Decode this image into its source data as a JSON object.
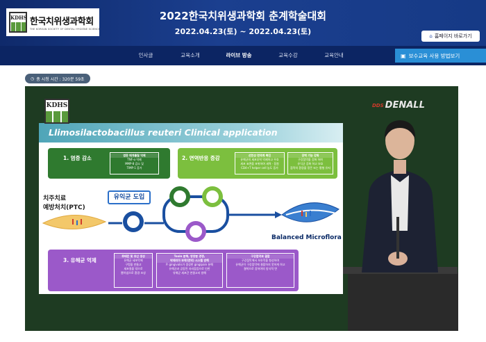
{
  "header": {
    "logo_title": "한국치위생과학회",
    "logo_subtitle": "THE KOREAN SOCIETY OF DENTAL HYGIENE SCIENCE",
    "logo_mark": "KDHS",
    "conference_title": "2022한국치위생과학회 춘계학술대회",
    "conference_date": "2022.04.23(토) ~ 2022.04.23(토)",
    "home_button": "홈페이지 바로가기",
    "home_icon": "home-icon"
  },
  "nav": {
    "items": [
      {
        "label": "인사글"
      },
      {
        "label": "교육소개"
      },
      {
        "label": "라이브 방송",
        "active": true
      },
      {
        "label": "교육수강"
      },
      {
        "label": "교육안내"
      }
    ],
    "help_button": "보수교육 사용 방법보기",
    "help_icon": "info-icon"
  },
  "watch_time": {
    "label": "총 시청 시간 : 320분 59초",
    "icon": "clock-icon"
  },
  "video": {
    "brand": "DENALL",
    "brand_prefix": "DDS",
    "slide": {
      "title": "Llimosilactobacillus reuteri Clinical application",
      "box1": {
        "label": "1. 염증 감소",
        "sub_head": "염증 매개물질 억제",
        "sub_body": "TNF-α 억제\nMMP-8 감소 및\nTIMP-1 증가"
      },
      "box2": {
        "label": "2. 면역반응 증강",
        "sub1_head": "선천성 면역계 촉진",
        "sub1_body": "유해균의 세포부착 억제하고 우호\n세포 표면을 포위하여 세력 · 동원\nCD4+T helper cell 농도 증가",
        "sub2_head": "장벽 기능 강화",
        "sub2_body": "구강점막을 강화 하여\n유익균 강화 하고 보호\n점막의 환경을 정돈 또는 평형 유지"
      },
      "left_label_1": "치주치료",
      "left_label_2": "예방처치(PTC)",
      "probiotic_tag": "유익균 도입",
      "balanced_label": "Balanced Microflora",
      "box3": {
        "label": "3. 유해균 억제",
        "sub1_head": "루테린 및 유산 생성",
        "sub1_body": "유해균 세포막에\n구멍을 만들고\n세포질을 밖으로\n뽑아냄으로 환경 조성",
        "sub2_head": "Toxin 분해, 영양분 경쟁,\n박테리아 부착(면역) 시스템 방해",
        "sub2_body": "P. gingivalis가 생성한 gingipain 분해\n유해균과 공동된 자리잡음으로 인한\n유해균 세포간 연결고리 방해",
        "sub3_head": "구강점막과 결합",
        "sub3_body": "구강점막에서 보호막을 형성하여\n유해균이 구강점막에 결합하지 못하게 하고\n결착으로 장하여의 방식적 면"
      }
    }
  },
  "colors": {
    "header_bg": "#163a86",
    "nav_bg": "#0c2563",
    "help_button": "#2a8fd6",
    "video_bg": "#1e3b22",
    "box1": "#2f7a2f",
    "box2": "#7cbf3e",
    "box3": "#9b59c9"
  }
}
